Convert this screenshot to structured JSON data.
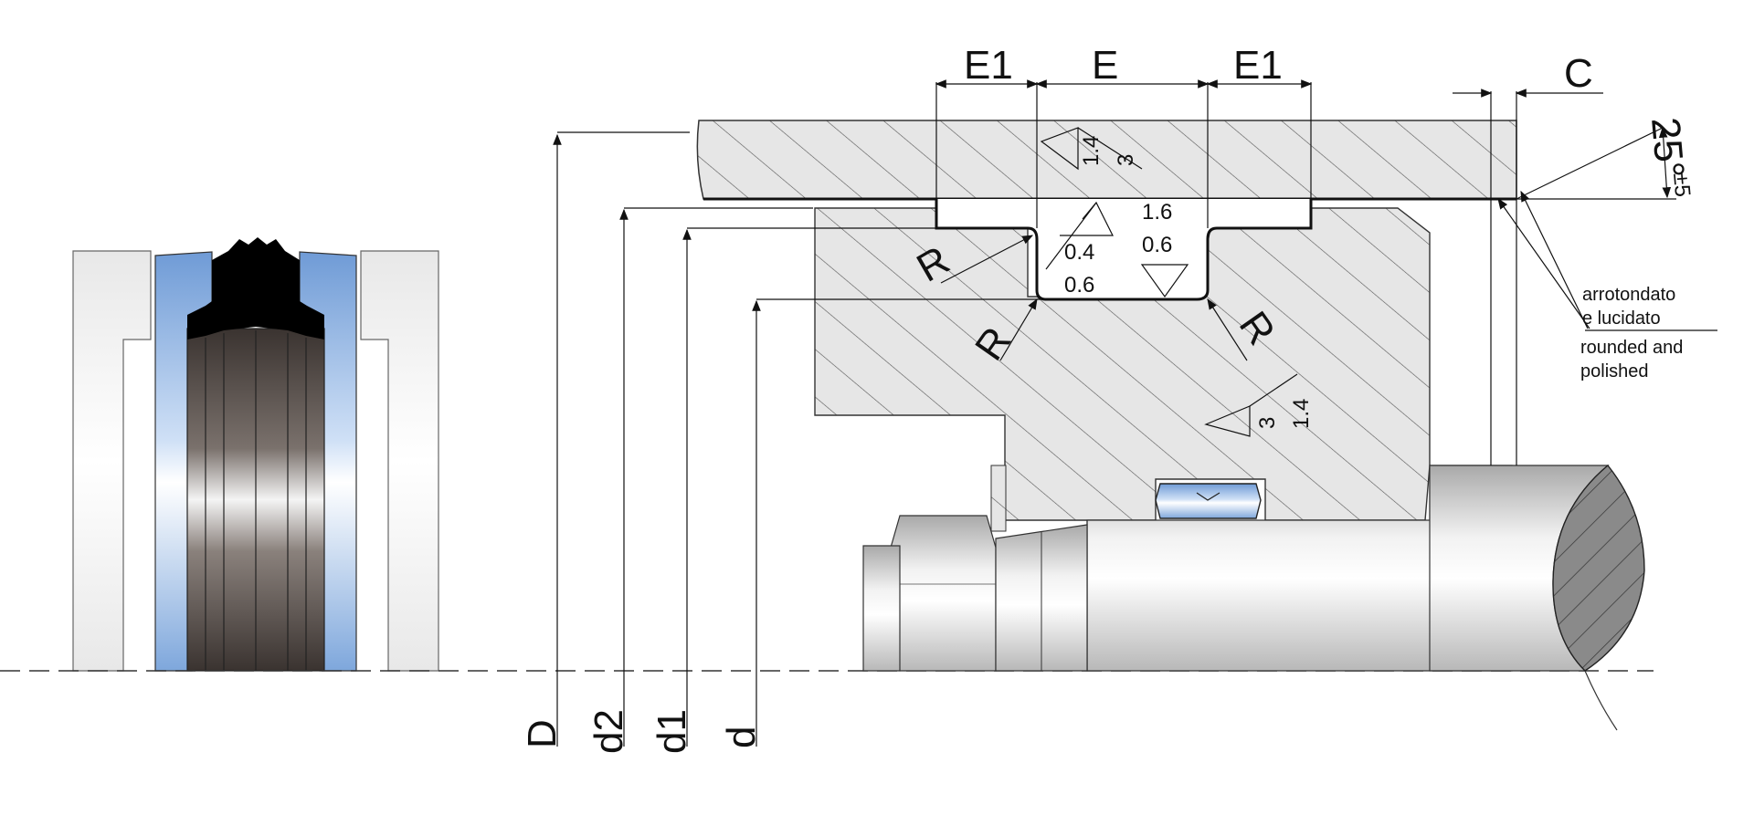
{
  "dimensions": {
    "e1_left": "E1",
    "e": "E",
    "e1_right": "E1",
    "c": "C",
    "d_outer": "D",
    "d2": "d2",
    "d1": "d1",
    "d_inner": "d",
    "radius_1": "R",
    "radius_2": "R",
    "radius_3": "R",
    "angle": "25°",
    "angle_tol": "±5"
  },
  "roughness": {
    "top_a": "1.4",
    "top_b": "3",
    "groove_a": "0.4",
    "groove_b": "0.6",
    "right_a": "1.6",
    "right_b": "0.6",
    "side_a": "3",
    "side_b": "1.4"
  },
  "note": {
    "it_line1": "arrotondato",
    "it_line2": "e lucidato",
    "en_line1": "rounded and",
    "en_line2": "polished"
  },
  "colors": {
    "blue_ring": "#7ea7dc",
    "black_element": "#000000",
    "hatch_fill": "#e6e6e6",
    "guide_white": "#f4f4f4"
  }
}
